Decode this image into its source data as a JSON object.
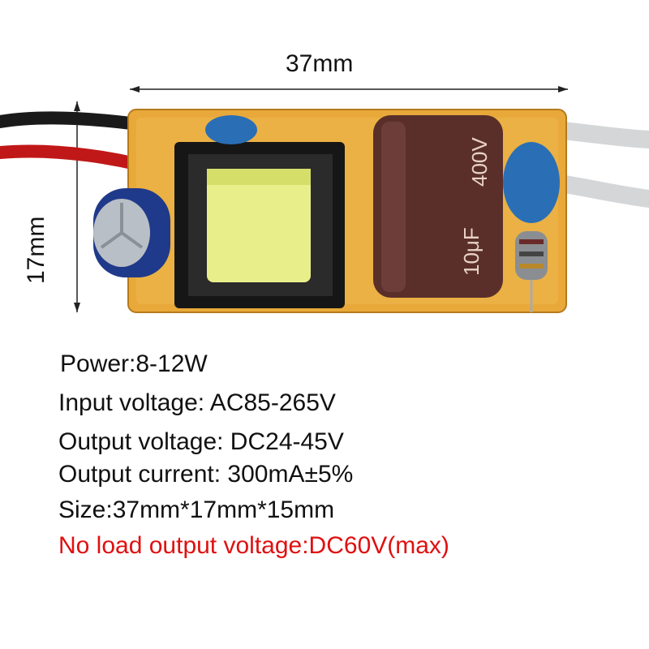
{
  "dimensions": {
    "width_label": "37mm",
    "height_label": "17mm"
  },
  "component_labels": {
    "capacitor_text_1": "10μF",
    "capacitor_text_2": "400V"
  },
  "specs": [
    "Power:8-12W",
    "Input voltage: AC85-265V",
    "Output voltage: DC24-45V",
    "Output current: 300mA±5%",
    "Size:37mm*17mm*15mm"
  ],
  "warning": "No load output voltage:DC60V(max)",
  "colors": {
    "warning": "#e01010",
    "pcb": "#e9a93a",
    "transformer_core": "#e8ef8a",
    "electrolytic_cap": "#5a2f2a",
    "blue_cap": "#2a6fb5"
  }
}
